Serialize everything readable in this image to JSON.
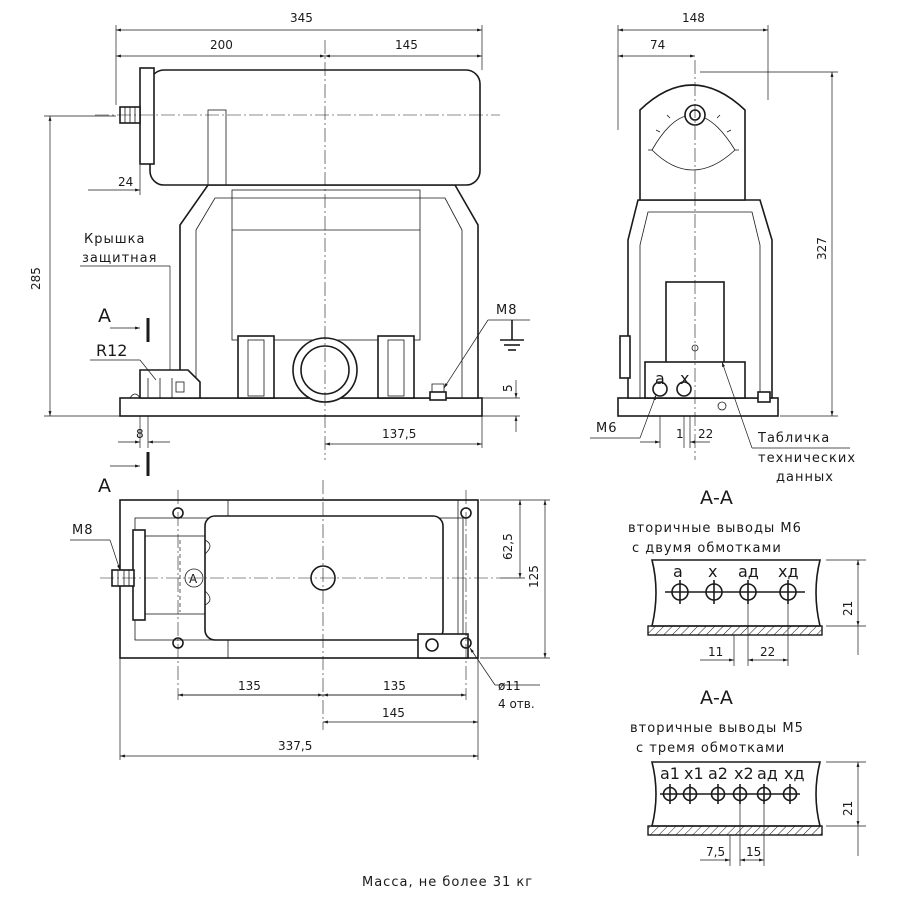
{
  "front_view": {
    "dim_overall_width": "345",
    "dim_left_part": "200",
    "dim_right_part": "145",
    "dim_flange": "24",
    "dim_height": "285",
    "cover_label_line1": "Крышка",
    "cover_label_line2": "защитная",
    "section_marker_top": "А",
    "radius_label": "R12",
    "dim_eight": "8",
    "ground_label": "М8",
    "dim_five": "5",
    "dim_offset": "137,5",
    "section_marker_bottom": "А"
  },
  "side_view": {
    "dim_width": "148",
    "dim_half": "74",
    "dim_height": "327",
    "terminal_a": "а",
    "terminal_x": "х",
    "bolt_label": "М6",
    "dim_one": "1",
    "dim_twentytwo": "22",
    "plate_label_line1": "Табличка",
    "plate_label_line2": "технических",
    "plate_label_line3": "данных"
  },
  "plan_view": {
    "bolt_label": "М8",
    "circle_marker": "А",
    "dim_half_height": "62,5",
    "dim_height": "125",
    "dim_left_135": "135",
    "dim_right_135": "135",
    "dim_145": "145",
    "dim_total": "337,5",
    "hole_dia": "ø11",
    "hole_count": "4 отв."
  },
  "section_m6": {
    "title": "А-А",
    "caption_line1": "вторичные выводы М6",
    "caption_line2": "с двумя обмотками",
    "labels": [
      "а",
      "х",
      "ад",
      "хд"
    ],
    "dim_pitch": "11",
    "dim_spacing": "22",
    "dim_height": "21"
  },
  "section_m5": {
    "title": "А-А",
    "caption_line1": "вторичные выводы М5",
    "caption_line2": "с тремя обмотками",
    "labels": [
      "а1",
      "х1",
      "а2",
      "х2",
      "ад",
      "хд"
    ],
    "dim_pitch": "7,5",
    "dim_spacing": "15",
    "dim_height": "21"
  },
  "footer": {
    "mass_note": "Масса, не более 31 кг"
  }
}
